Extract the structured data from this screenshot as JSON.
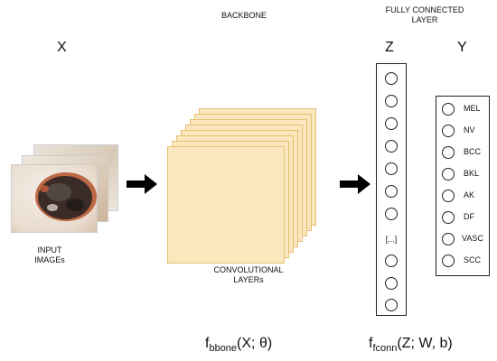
{
  "labels": {
    "backbone": "BACKBONE",
    "fc_line1": "FULLY CONNECTED",
    "fc_line2": "LAYER",
    "x": "X",
    "z": "Z",
    "y": "Y",
    "input_line1": "INPUT",
    "input_line2": "IMAGEs",
    "conv_line1": "CONVOLUTIONAL",
    "conv_line2": "LAYERs",
    "ellipsis": "[...]"
  },
  "formulas": {
    "bbone": {
      "f": "f",
      "sub": "bbone",
      "args": "(X; θ)"
    },
    "fconn": {
      "f": "f",
      "sub": "fconn",
      "args": "(Z; W, b)"
    }
  },
  "classes": [
    "MEL",
    "NV",
    "BCC",
    "BKL",
    "AK",
    "DF",
    "VASC",
    "SCC"
  ],
  "colors": {
    "conv_fill": "#fbe7bd",
    "conv_border": "#e6bf72",
    "lesion": "#2b2422"
  }
}
